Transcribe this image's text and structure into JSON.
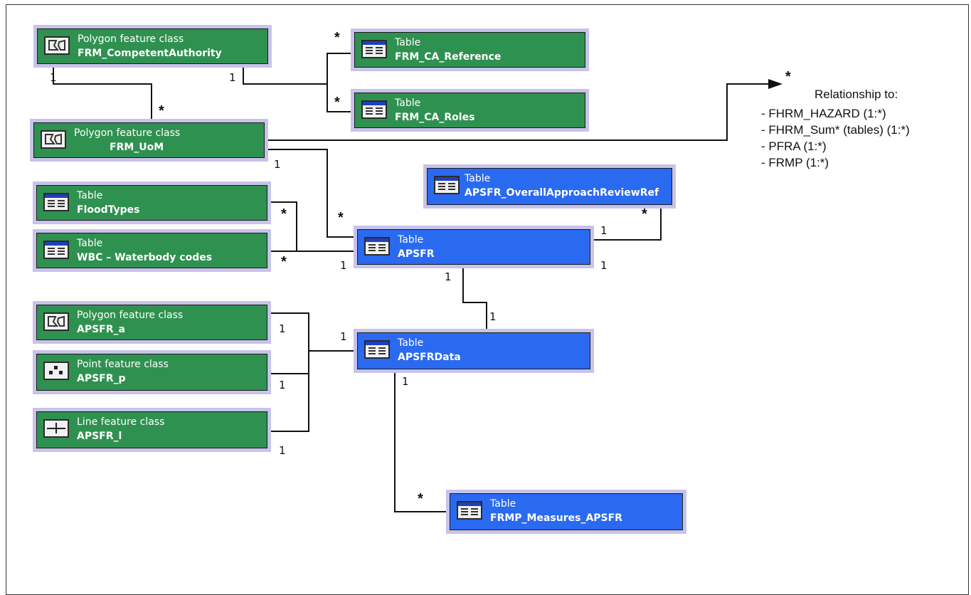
{
  "nodes": {
    "frm_competent_authority": {
      "type": "Polygon feature class",
      "name": "FRM_CompetentAuthority",
      "icon": "polygon-icon",
      "color": "#2f9150"
    },
    "frm_ca_reference": {
      "type": "Table",
      "name": "FRM_CA_Reference",
      "icon": "table-icon",
      "color": "#2f9150"
    },
    "frm_ca_roles": {
      "type": "Table",
      "name": "FRM_CA_Roles",
      "icon": "table-icon",
      "color": "#2f9150"
    },
    "frm_uom": {
      "type": "Polygon feature class",
      "name": "FRM_UoM",
      "icon": "polygon-icon",
      "color": "#2f9150"
    },
    "apsfr_overall_approach": {
      "type": "Table",
      "name": "APSFR_OverallApproachReviewRef",
      "icon": "table-icon",
      "color": "#2a6af0"
    },
    "flood_types": {
      "type": "Table",
      "name": "FloodTypes",
      "icon": "table-icon",
      "color": "#2f9150"
    },
    "wbc": {
      "type": "Table",
      "name": "WBC – Waterbody codes",
      "icon": "table-icon",
      "color": "#2f9150"
    },
    "apsfr": {
      "type": "Table",
      "name": "APSFR",
      "icon": "table-icon",
      "color": "#2a6af0"
    },
    "apsfr_a": {
      "type": "Polygon feature class",
      "name": "APSFR_a",
      "icon": "polygon-icon",
      "color": "#2f9150"
    },
    "apsfr_p": {
      "type": "Point feature class",
      "name": "APSFR_p",
      "icon": "point-icon",
      "color": "#2f9150"
    },
    "apsfr_l": {
      "type": "Line feature class",
      "name": "APSFR_l",
      "icon": "line-icon",
      "color": "#2f9150"
    },
    "apsfr_data": {
      "type": "Table",
      "name": "APSFRData",
      "icon": "table-icon",
      "color": "#2a6af0"
    },
    "frmp_measures_apsfr": {
      "type": "Table",
      "name": "FRMP_Measures_APSFR",
      "icon": "table-icon",
      "color": "#2a6af0"
    }
  },
  "cardinality_labels": {
    "c1": "*",
    "c2": "1",
    "c3": "1",
    "c4": "*",
    "c5": "*",
    "c6": "1",
    "c7": "*",
    "c8": "*",
    "c9": "*",
    "c10": "*",
    "c11": "1",
    "c12": "1",
    "c13": "1",
    "c14": "1",
    "c15": "1",
    "c16": "1",
    "c17": "1",
    "c18": "1",
    "c19": "1",
    "c20": "*",
    "c21": "*"
  },
  "relationship": {
    "title": "Relationship to:",
    "items": [
      "- FHRM_HAZARD (1:*)",
      "- FHRM_Sum* (tables)  (1:*)",
      "- PFRA  (1:*)",
      "- FRMP (1:*)"
    ]
  }
}
